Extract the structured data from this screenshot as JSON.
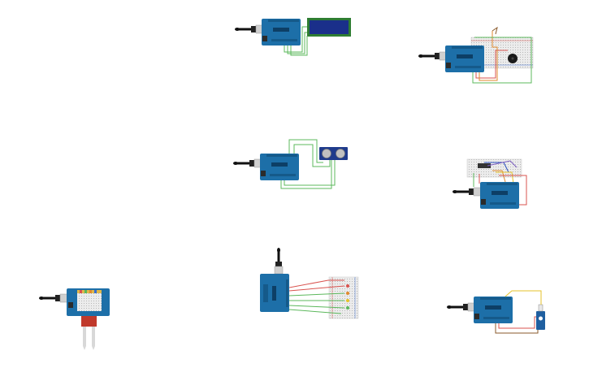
{
  "canvas": {
    "background": "#ffffff"
  },
  "colors": {
    "arduino_board": "#1d6fa8",
    "arduino_dark": "#155a8a",
    "usb_cable": "#111111",
    "usb_connector": "#d0d0d0",
    "wire_green": "#5cb85c",
    "wire_red": "#d9534f",
    "wire_orange": "#e08a2e",
    "wire_yellow": "#e6c229",
    "breadboard": "#ececec",
    "lcd_screen": "#1a2f8a",
    "sensor_pcb": "#1f3b8c",
    "moisture_probe": "#c0392b",
    "servo_body": "#1f5fa0",
    "piezo": "#1a1a1a"
  },
  "projects": [
    {
      "id": "lcd-circuit",
      "components": [
        "usb-cable",
        "arduino-uno",
        "lcd-16x2"
      ]
    },
    {
      "id": "piezo-circuit",
      "components": [
        "usb-cable",
        "arduino-uno",
        "breadboard",
        "piezo-buzzer"
      ]
    },
    {
      "id": "ultrasonic-circuit",
      "components": [
        "usb-cable",
        "arduino-uno",
        "ultrasonic-sensor"
      ]
    },
    {
      "id": "ic-breadboard-circuit",
      "components": [
        "usb-cable",
        "arduino-uno",
        "breadboard"
      ]
    },
    {
      "id": "soil-moisture-circuit",
      "components": [
        "usb-cable",
        "arduino-uno",
        "breadboard-shield",
        "soil-moisture-sensor"
      ]
    },
    {
      "id": "led-breadboard-circuit",
      "components": [
        "usb-cable",
        "arduino-uno",
        "breadboard",
        "leds"
      ]
    },
    {
      "id": "servo-circuit",
      "components": [
        "usb-cable",
        "arduino-uno",
        "servo-motor"
      ]
    }
  ]
}
